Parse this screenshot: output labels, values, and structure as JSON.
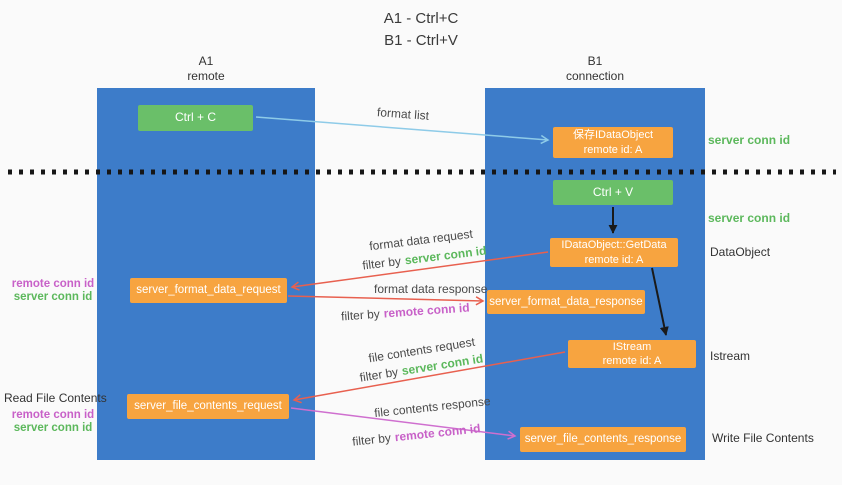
{
  "title": {
    "line1": "A1 - Ctrl+C",
    "line2": "B1 - Ctrl+V"
  },
  "lanes": {
    "left": {
      "title": "A1",
      "subtitle": "remote"
    },
    "right": {
      "title": "B1",
      "subtitle": "connection"
    }
  },
  "nodes": {
    "ctrl_c": {
      "label": "Ctrl + C"
    },
    "ctrl_v": {
      "label": "Ctrl + V"
    },
    "save_dataobject": {
      "line1": "保存IDataObject",
      "line2": "remote id: A"
    },
    "getdata": {
      "line1": "IDataObject::GetData",
      "line2": "remote id: A"
    },
    "istream": {
      "line1": "IStream",
      "line2": "remote id: A"
    },
    "server_format_data_request": {
      "label": "server_format_data_request"
    },
    "server_format_data_response": {
      "label": "server_format_data_response"
    },
    "server_file_contents_request": {
      "label": "server_file_contents_request"
    },
    "server_file_contents_response": {
      "label": "server_file_contents_response"
    }
  },
  "arrow_labels": {
    "format_list": "format list",
    "format_data_request": "format data request",
    "format_data_response": "format data response",
    "file_contents_request": "file contents request",
    "file_contents_response": "file contents response",
    "filter_by": "filter by",
    "server_conn_id": "server conn id",
    "remote_conn_id": "remote conn id"
  },
  "side_labels": {
    "server_conn_id_top": "server conn id",
    "server_conn_id_mid": "server conn id",
    "dataobject": "DataObject",
    "istream": "Istream",
    "read_file_contents": "Read File Contents",
    "write_file_contents": "Write File Contents",
    "remote_conn_id": "remote conn id",
    "server_conn_id": "server conn id"
  },
  "colors": {
    "lane_blue": "#3d7cc9",
    "box_green": "#6abf69",
    "box_orange": "#f7a440",
    "text_green": "#5cb85c",
    "text_magenta": "#c861c8",
    "arrow_blue": "#8ecbe8",
    "arrow_red": "#e8604f",
    "arrow_magenta": "#cf6fcf",
    "arrow_black": "#1a1a1a"
  }
}
